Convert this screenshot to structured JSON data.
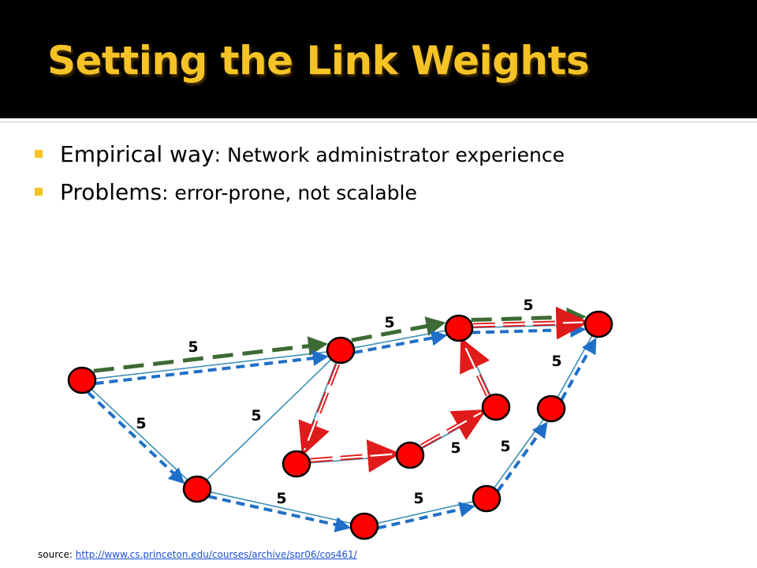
{
  "slide": {
    "title": "Setting the Link Weights",
    "bullets": [
      {
        "lead": "Empirical way",
        "rest": ": Network administrator experience"
      },
      {
        "lead": "Problems",
        "rest": ": error-prone, not scalable"
      }
    ],
    "source": {
      "label": "source:",
      "url": "http://www.cs.princeton.edu/courses/archive/spr06/cos461/"
    }
  },
  "colors": {
    "title": "#f5c326",
    "bullet_marker": "#f5c326",
    "node_fill": "#ff0000",
    "link": "#3b8fb5",
    "path_blue": "#1f6fc8",
    "path_green": "#3d6b35",
    "path_red": "#e01b1b"
  },
  "graph": {
    "nodes": [
      {
        "id": "A",
        "name": "node-a"
      },
      {
        "id": "B",
        "name": "node-b"
      },
      {
        "id": "C",
        "name": "node-c"
      },
      {
        "id": "D",
        "name": "node-d"
      },
      {
        "id": "E",
        "name": "node-e"
      },
      {
        "id": "F",
        "name": "node-f"
      },
      {
        "id": "G",
        "name": "node-g"
      },
      {
        "id": "H",
        "name": "node-h"
      },
      {
        "id": "I",
        "name": "node-i"
      },
      {
        "id": "J",
        "name": "node-j"
      },
      {
        "id": "K",
        "name": "node-k"
      }
    ],
    "links": [
      {
        "from": "A",
        "to": "D"
      },
      {
        "from": "A",
        "to": "B"
      },
      {
        "from": "B",
        "to": "D"
      },
      {
        "from": "D",
        "to": "F"
      },
      {
        "from": "F",
        "to": "K"
      },
      {
        "from": "F",
        "to": "H"
      },
      {
        "from": "D",
        "to": "E"
      },
      {
        "from": "E",
        "to": "G"
      },
      {
        "from": "G",
        "to": "H"
      },
      {
        "from": "B",
        "to": "C"
      },
      {
        "from": "C",
        "to": "I"
      },
      {
        "from": "I",
        "to": "J"
      },
      {
        "from": "J",
        "to": "K"
      }
    ],
    "paths": {
      "green": [
        "A",
        "D",
        "F",
        "K"
      ],
      "blue": [
        "A",
        "D",
        "F",
        "K",
        "A",
        "B",
        "C",
        "I",
        "J",
        "K"
      ],
      "red": [
        "D",
        "E",
        "G",
        "H",
        "F",
        "K"
      ]
    },
    "weights": [
      "5",
      "5",
      "5",
      "5",
      "5",
      "5",
      "5",
      "5",
      "5",
      "5"
    ]
  }
}
